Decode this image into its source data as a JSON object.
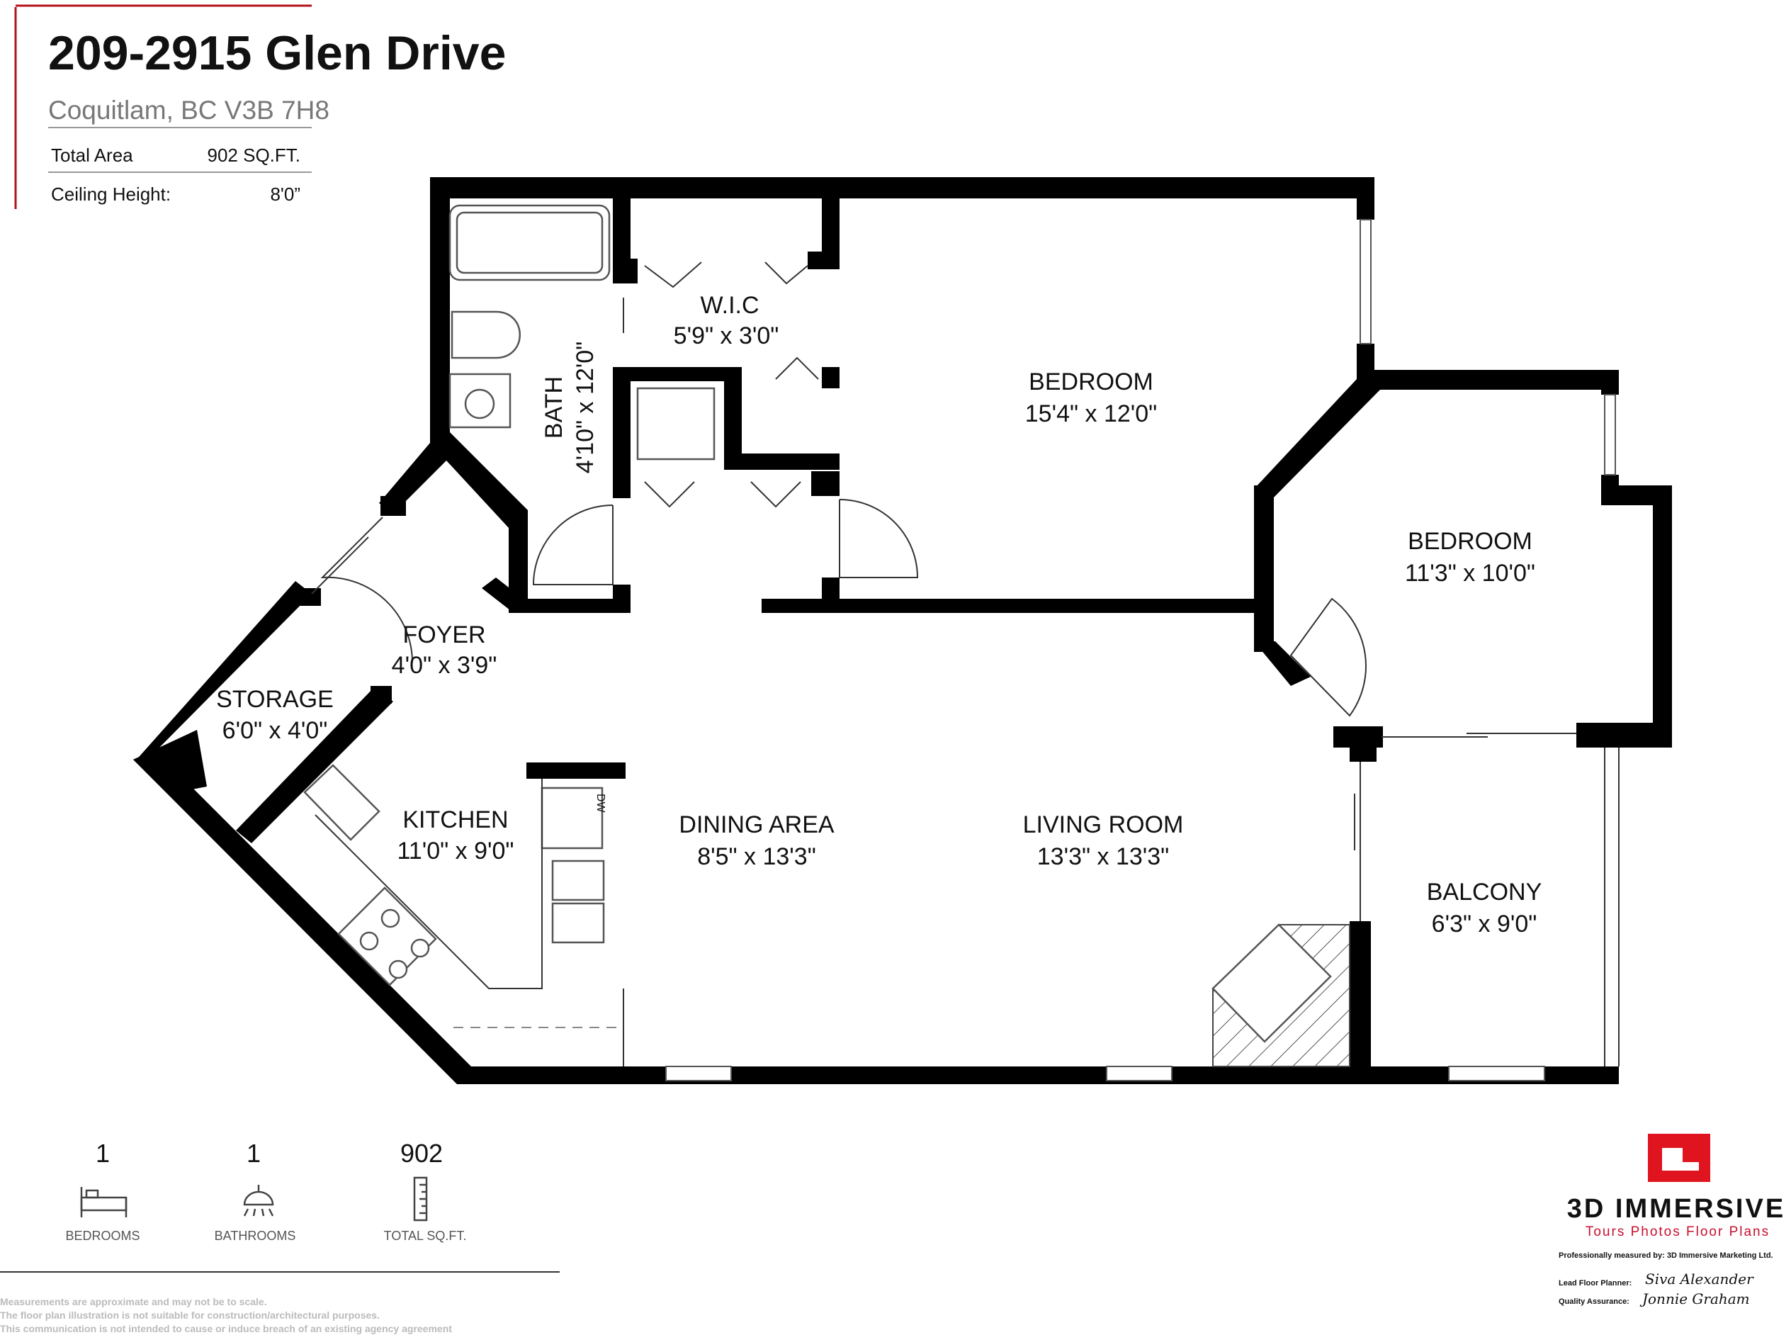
{
  "header": {
    "address": "209-2915 Glen Drive",
    "city": "Coquitlam, BC V3B 7H8",
    "total_area_label": "Total Area",
    "total_area_value": "902 SQ.FT.",
    "ceiling_label": "Ceiling Height:",
    "ceiling_value": "8'0”"
  },
  "rooms": {
    "wic": {
      "name": "W.I.C",
      "size": "5'9\" x 3'0\""
    },
    "bath": {
      "name": "BATH",
      "size": "4'10\" x 12'0\""
    },
    "bedroom1": {
      "name": "BEDROOM",
      "size": "15'4\" x 12'0\""
    },
    "bedroom2": {
      "name": "BEDROOM",
      "size": "11'3\" x 10'0\""
    },
    "foyer": {
      "name": "FOYER",
      "size": "4'0\" x 3'9\""
    },
    "storage": {
      "name": "STORAGE",
      "size": "6'0\" x 4'0\""
    },
    "kitchen": {
      "name": "KITCHEN",
      "size": "11'0\" x 9'0\""
    },
    "dining": {
      "name": "DINING AREA",
      "size": "8'5\" x 13'3\""
    },
    "living": {
      "name": "LIVING ROOM",
      "size": "13'3\" x 13'3\""
    },
    "balcony": {
      "name": "BALCONY",
      "size": "6'3\" x 9'0\""
    }
  },
  "appliance": {
    "dishwasher": "DW"
  },
  "summary": {
    "bedrooms": {
      "count": "1",
      "label": "BEDROOMS",
      "icon": "bed-icon"
    },
    "bathrooms": {
      "count": "1",
      "label": "BATHROOMS",
      "icon": "shower-icon"
    },
    "area": {
      "count": "902",
      "label": "TOTAL SQ.FT.",
      "icon": "ruler-icon"
    }
  },
  "disclaimer": [
    "Measurements are approximate and may not be to scale.",
    "The floor plan illustration is not suitable for construction/architectural purposes.",
    "This communication is not intended to cause or induce breach of an existing agency agreement"
  ],
  "brand": {
    "name": "3D IMMERSIVE",
    "tagline": "Tours  Photos  Floor Plans",
    "measured_by": "Professionally measured by: 3D Immersive Marketing Ltd.",
    "lead_label": "Lead Floor Planner:",
    "lead_signature": "Siva Alexander",
    "qa_label": "Quality Assurance:",
    "qa_signature": "Jonnie Graham",
    "logo_color": "#e0141e",
    "accent_color": "#c8102e"
  }
}
